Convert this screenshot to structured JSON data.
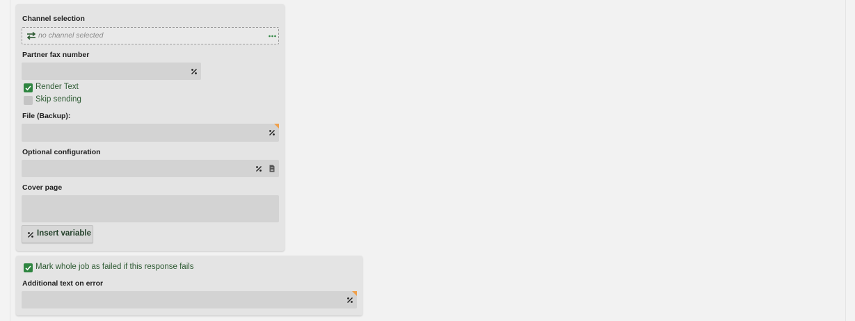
{
  "channel_selection": {
    "label": "Channel selection",
    "placeholder": "no channel selected"
  },
  "partner_fax": {
    "label": "Partner fax number",
    "value": ""
  },
  "checkboxes": [
    {
      "label": "Render Text",
      "checked": true
    },
    {
      "label": "Skip sending",
      "checked": false
    }
  ],
  "file_backup": {
    "label": "File (Backup):",
    "value": ""
  },
  "optional_configuration": {
    "label": "Optional configuration",
    "value": ""
  },
  "cover_page": {
    "label": "Cover page",
    "value": ""
  },
  "insert_variable": {
    "label": "Insert variable"
  },
  "error_panel": {
    "fail_checkbox": {
      "label": "Mark whole job as failed if this response fails",
      "checked": true
    },
    "additional_text": {
      "label": "Additional text on error",
      "value": ""
    }
  },
  "colors": {
    "panel_bg": "#e4e4e4",
    "field_bg": "#d3d3d3",
    "check_green": "#2e8540",
    "flag_orange": "#f0a04b"
  }
}
